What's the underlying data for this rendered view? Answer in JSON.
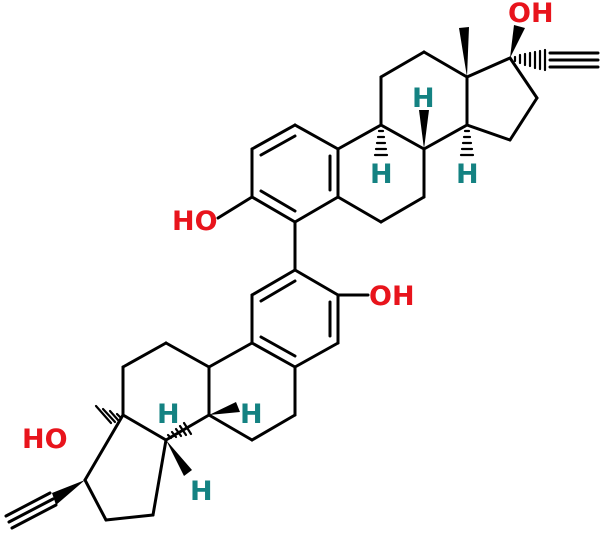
{
  "colors": {
    "bond": "#000000",
    "oxygen": "#e8141c",
    "hydrogen": "#148282",
    "background": "#ffffff"
  },
  "labels": {
    "oh_top": "OH",
    "ho_left": "HO",
    "oh_mid": "OH",
    "ho_bottom": "HO",
    "h_top_center": "H",
    "h_top_left": "H",
    "h_top_right": "H",
    "h_bottom_center": "H",
    "h_bottom_left": "H",
    "h_bottom_right": "H"
  }
}
